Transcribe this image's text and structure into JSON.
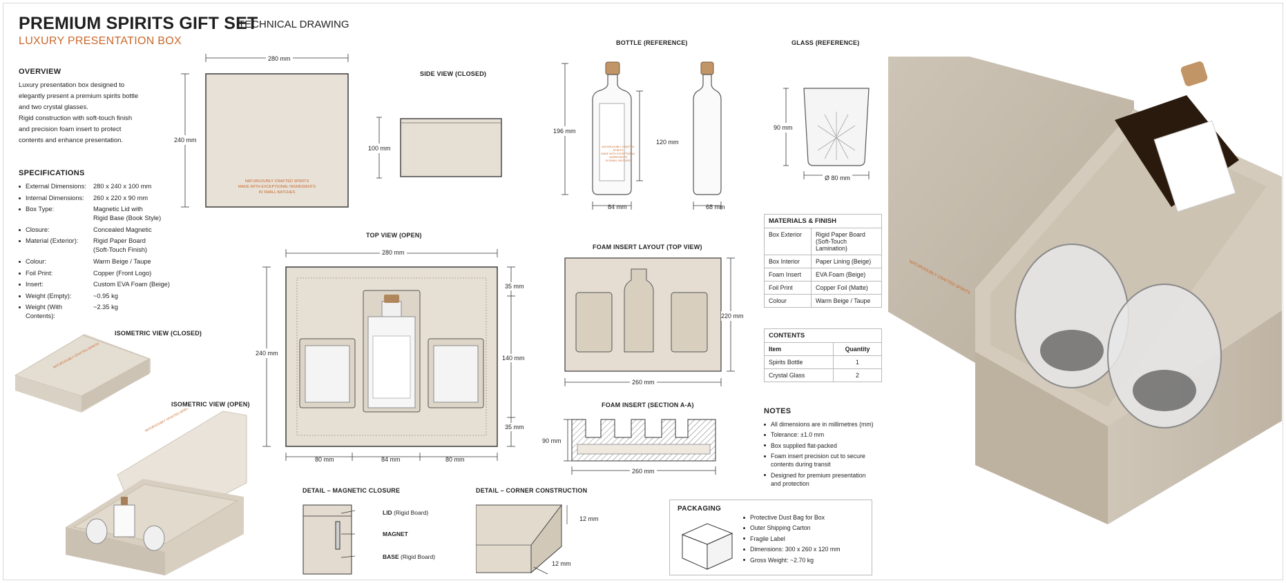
{
  "header": {
    "title": "PREMIUM SPIRITS GIFT SET",
    "subtitle": "TECHNICAL DRAWING",
    "accent": "LUXURY PRESENTATION BOX"
  },
  "overview": {
    "heading": "OVERVIEW",
    "lines": [
      "Luxury presentation box designed to",
      "elegantly present a premium spirits bottle",
      "and two crystal glasses.",
      "Rigid construction with soft-touch finish",
      "and precision foam insert to protect",
      "contents and enhance presentation."
    ]
  },
  "specs": {
    "heading": "SPECIFICATIONS",
    "items": [
      {
        "k": "External Dimensions:",
        "v": "280 x 240 x 100 mm"
      },
      {
        "k": "Internal Dimensions:",
        "v": "260 x 220 x 90 mm"
      },
      {
        "k": "Box Type:",
        "v": "Magnetic Lid with\nRigid Base (Book Style)"
      },
      {
        "k": "Closure:",
        "v": "Concealed Magnetic"
      },
      {
        "k": "Material (Exterior):",
        "v": "Rigid Paper Board\n(Soft-Touch Finish)"
      },
      {
        "k": "Colour:",
        "v": "Warm Beige / Taupe"
      },
      {
        "k": "Foil Print:",
        "v": "Copper (Front Logo)"
      },
      {
        "k": "Insert:",
        "v": "Custom EVA Foam (Beige)"
      },
      {
        "k": "Weight (Empty):",
        "v": "~0.95 kg"
      },
      {
        "k": "Weight (With Contents):",
        "v": "~2.35 kg"
      }
    ]
  },
  "views": {
    "front_w": "280 mm",
    "front_h": "240 mm",
    "front_logo": [
      "NATURUOUBLY CRAFTED SPIRITS",
      "MADE WITH EXCEPTIONAL INGREDIENTS",
      "IN SMALL BATCHES"
    ],
    "side_label": "SIDE VIEW (CLOSED)",
    "side_h": "100 mm",
    "iso_closed_label": "ISOMETRIC VIEW (CLOSED)",
    "iso_open_label": "ISOMETRIC VIEW (OPEN)",
    "top_label": "TOP VIEW (OPEN)",
    "top_w": "280 mm",
    "top_h": "240 mm",
    "top_r1": "35 mm",
    "top_r2": "140 mm",
    "top_r3": "35 mm",
    "top_b1": "80 mm",
    "top_b2": "84 mm",
    "top_b3": "80 mm",
    "bottle_label": "BOTTLE (REFERENCE)",
    "bottle_h": "196 mm",
    "bottle_label_h": "120 mm",
    "bottle_w": "84 mm",
    "bottle_d": "68 mm",
    "glass_label": "GLASS (REFERENCE)",
    "glass_h": "90 mm",
    "glass_d": "Ø 80 mm",
    "foam_label": "FOAM INSERT LAYOUT (TOP VIEW)",
    "foam_h": "220 mm",
    "foam_w": "260 mm",
    "section_label": "FOAM INSERT (SECTION A-A)",
    "section_h": "90 mm",
    "section_w": "260 mm",
    "detail_mag_label": "DETAIL – MAGNETIC CLOSURE",
    "detail_lid": "LID",
    "detail_lid_note": "(Rigid Board)",
    "detail_magnet": "MAGNET",
    "detail_base": "BASE",
    "detail_base_note": "(Rigid Board)",
    "detail_corner_label": "DETAIL – CORNER CONSTRUCTION",
    "corner_a": "12 mm",
    "corner_b": "12 mm"
  },
  "materials": {
    "heading": "MATERIALS & FINISH",
    "rows": [
      {
        "k": "Box Exterior",
        "v": "Rigid Paper Board\n(Soft-Touch Lamination)"
      },
      {
        "k": "Box Interior",
        "v": "Paper Lining (Beige)"
      },
      {
        "k": "Foam Insert",
        "v": "EVA Foam (Beige)"
      },
      {
        "k": "Foil Print",
        "v": "Copper Foil (Matte)"
      },
      {
        "k": "Colour",
        "v": "Warm Beige / Taupe"
      }
    ]
  },
  "contents": {
    "heading": "CONTENTS",
    "col_item": "Item",
    "col_qty": "Quantity",
    "rows": [
      {
        "item": "Spirits Bottle",
        "qty": "1"
      },
      {
        "item": "Crystal Glass",
        "qty": "2"
      }
    ]
  },
  "notes": {
    "heading": "NOTES",
    "items": [
      "All dimensions are in millimetres (mm)",
      "Tolerance: ±1.0 mm",
      "Box supplied flat-packed",
      "Foam insert precision cut to secure contents during transit",
      "Designed for premium presentation and protection"
    ]
  },
  "packaging": {
    "heading": "PACKAGING",
    "items": [
      "Protective Dust Bag for Box",
      "Outer Shipping Carton",
      "Fragile Label",
      "Dimensions: 300 x 260 x 120 mm",
      "Gross Weight: ~2.70 kg"
    ]
  },
  "colors": {
    "beige": "#e7e0d6",
    "taupe": "#cfc5b6",
    "copper": "#c8682c",
    "line": "#333333"
  }
}
